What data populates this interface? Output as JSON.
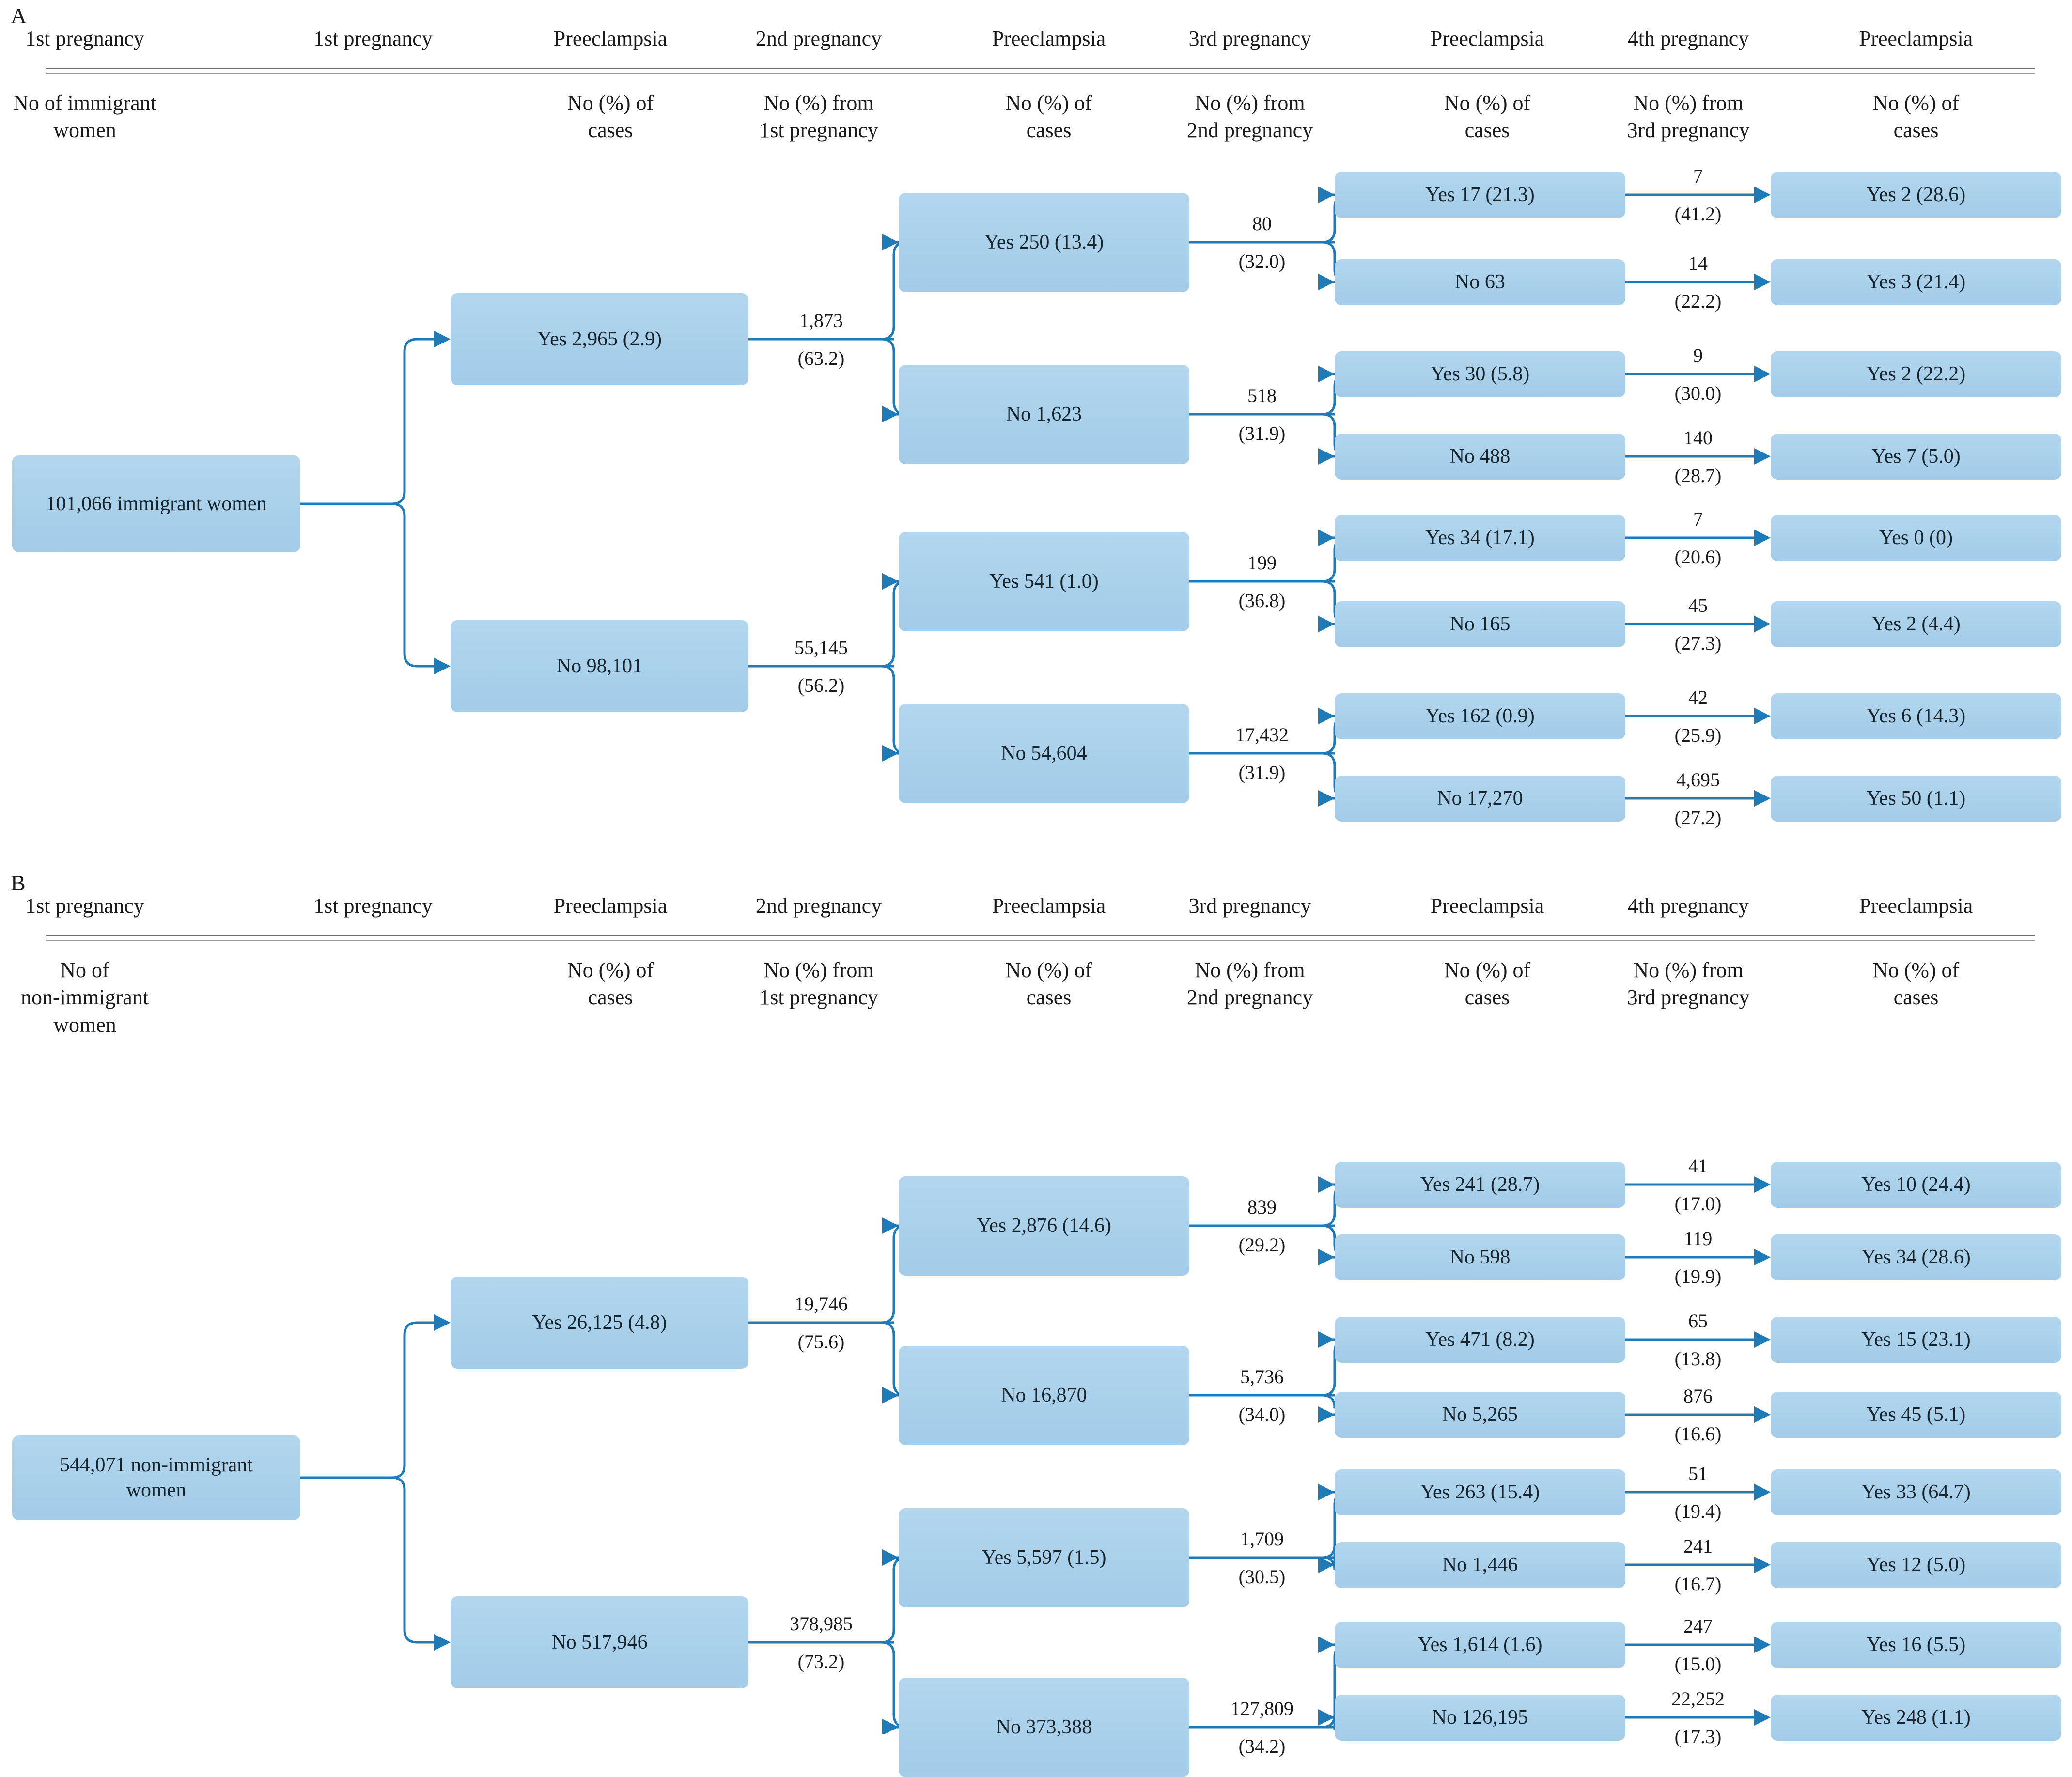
{
  "colors": {
    "box_fill": "#a9d0ea",
    "connector": "#1f7bb8",
    "text": "#16232b",
    "rule": "#6e6e6e"
  },
  "panels": [
    {
      "letter": "A",
      "headers_top": [
        "1st pregnancy",
        "1st pregnancy",
        "Preeclampsia",
        "2nd pregnancy",
        "Preeclampsia",
        "3rd pregnancy",
        "Preeclampsia",
        "4th pregnancy",
        "Preeclampsia"
      ],
      "headers_sub": [
        "No of immigrant\nwomen",
        "",
        "No (%) of\ncases",
        "No (%) from\n1st pregnancy",
        "No (%) of\ncases",
        "No (%) from\n2nd pregnancy",
        "No (%) of\ncases",
        "No (%) from\n3rd pregnancy",
        "No (%) of\ncases"
      ],
      "root": "101,066 immigrant women",
      "level1": [
        "Yes 2,965 (2.9)",
        "No 98,101"
      ],
      "level1_edges": [
        {
          "n": "1,873",
          "p": "(63.2)"
        },
        {
          "n": "55,145",
          "p": "(56.2)"
        }
      ],
      "level2": [
        "Yes 250 (13.4)",
        "No 1,623",
        "Yes 541 (1.0)",
        "No 54,604"
      ],
      "level2_edges": [
        {
          "n": "80",
          "p": "(32.0)"
        },
        {
          "n": "518",
          "p": "(31.9)"
        },
        {
          "n": "199",
          "p": "(36.8)"
        },
        {
          "n": "17,432",
          "p": "(31.9)"
        }
      ],
      "level3": [
        "Yes 17 (21.3)",
        "No 63",
        "Yes 30 (5.8)",
        "No 488",
        "Yes 34 (17.1)",
        "No 165",
        "Yes 162 (0.9)",
        "No 17,270"
      ],
      "level3_edges": [
        {
          "n": "7",
          "p": "(41.2)"
        },
        {
          "n": "14",
          "p": "(22.2)"
        },
        {
          "n": "9",
          "p": "(30.0)"
        },
        {
          "n": "140",
          "p": "(28.7)"
        },
        {
          "n": "7",
          "p": "(20.6)"
        },
        {
          "n": "45",
          "p": "(27.3)"
        },
        {
          "n": "42",
          "p": "(25.9)"
        },
        {
          "n": "4,695",
          "p": "(27.2)"
        }
      ],
      "level4": [
        "Yes 2 (28.6)",
        "Yes 3 (21.4)",
        "Yes 2 (22.2)",
        "Yes 7 (5.0)",
        "Yes 0 (0)",
        "Yes 2 (4.4)",
        "Yes 6 (14.3)",
        "Yes 50 (1.1)"
      ]
    },
    {
      "letter": "B",
      "headers_top": [
        "1st pregnancy",
        "1st pregnancy",
        "Preeclampsia",
        "2nd pregnancy",
        "Preeclampsia",
        "3rd pregnancy",
        "Preeclampsia",
        "4th pregnancy",
        "Preeclampsia"
      ],
      "headers_sub": [
        "No of\nnon-immigrant\nwomen",
        "",
        "No (%) of\ncases",
        "No (%) from\n1st pregnancy",
        "No (%) of\ncases",
        "No (%) from\n2nd pregnancy",
        "No (%) of\ncases",
        "No (%) from\n3rd pregnancy",
        "No (%) of\ncases"
      ],
      "root": "544,071 non-immigrant\nwomen",
      "level1": [
        "Yes 26,125 (4.8)",
        "No 517,946"
      ],
      "level1_edges": [
        {
          "n": "19,746",
          "p": "(75.6)"
        },
        {
          "n": "378,985",
          "p": "(73.2)"
        }
      ],
      "level2": [
        "Yes 2,876 (14.6)",
        "No 16,870",
        "Yes 5,597 (1.5)",
        "No 373,388"
      ],
      "level2_edges": [
        {
          "n": "839",
          "p": "(29.2)"
        },
        {
          "n": "5,736",
          "p": "(34.0)"
        },
        {
          "n": "1,709",
          "p": "(30.5)"
        },
        {
          "n": "127,809",
          "p": "(34.2)"
        }
      ],
      "level3": [
        "Yes 241 (28.7)",
        "No 598",
        "Yes 471 (8.2)",
        "No 5,265",
        "Yes 263 (15.4)",
        "No 1,446",
        "Yes 1,614 (1.6)",
        "No 126,195"
      ],
      "level3_edges": [
        {
          "n": "41",
          "p": "(17.0)"
        },
        {
          "n": "119",
          "p": "(19.9)"
        },
        {
          "n": "65",
          "p": "(13.8)"
        },
        {
          "n": "876",
          "p": "(16.6)"
        },
        {
          "n": "51",
          "p": "(19.4)"
        },
        {
          "n": "241",
          "p": "(16.7)"
        },
        {
          "n": "247",
          "p": "(15.0)"
        },
        {
          "n": "22,252",
          "p": "(17.3)"
        }
      ],
      "level4": [
        "Yes 10 (24.4)",
        "Yes 34 (28.6)",
        "Yes 15 (23.1)",
        "Yes 45 (5.1)",
        "Yes 33 (64.7)",
        "Yes 12 (5.0)",
        "Yes 16 (5.5)",
        "Yes 248 (1.1)"
      ]
    }
  ],
  "chart_data": {
    "type": "diagram",
    "title": "Preeclampsia recurrence flow by pregnancy order, immigrant vs non-immigrant women",
    "panels": [
      {
        "label": "A",
        "cohort": "immigrant women",
        "n": 101066,
        "tree": {
          "1st_pregnancy": [
            {
              "preeclampsia": "Yes",
              "n": 2965,
              "pct": 2.9,
              "next_pregnancy_n": 1873,
              "next_pregnancy_pct": 63.2,
              "2nd_pregnancy": [
                {
                  "preeclampsia": "Yes",
                  "n": 250,
                  "pct": 13.4,
                  "next_n": 80,
                  "next_pct": 32.0,
                  "3rd_pregnancy": [
                    {
                      "preeclampsia": "Yes",
                      "n": 17,
                      "pct": 21.3,
                      "next_n": 7,
                      "next_pct": 41.2,
                      "4th_pregnancy": {
                        "preeclampsia": "Yes",
                        "n": 2,
                        "pct": 28.6
                      }
                    },
                    {
                      "preeclampsia": "No",
                      "n": 63,
                      "next_n": 14,
                      "next_pct": 22.2,
                      "4th_pregnancy": {
                        "preeclampsia": "Yes",
                        "n": 3,
                        "pct": 21.4
                      }
                    }
                  ]
                },
                {
                  "preeclampsia": "No",
                  "n": 1623,
                  "next_n": 518,
                  "next_pct": 31.9,
                  "3rd_pregnancy": [
                    {
                      "preeclampsia": "Yes",
                      "n": 30,
                      "pct": 5.8,
                      "next_n": 9,
                      "next_pct": 30.0,
                      "4th_pregnancy": {
                        "preeclampsia": "Yes",
                        "n": 2,
                        "pct": 22.2
                      }
                    },
                    {
                      "preeclampsia": "No",
                      "n": 488,
                      "next_n": 140,
                      "next_pct": 28.7,
                      "4th_pregnancy": {
                        "preeclampsia": "Yes",
                        "n": 7,
                        "pct": 5.0
                      }
                    }
                  ]
                }
              ]
            },
            {
              "preeclampsia": "No",
              "n": 98101,
              "next_pregnancy_n": 55145,
              "next_pregnancy_pct": 56.2,
              "2nd_pregnancy": [
                {
                  "preeclampsia": "Yes",
                  "n": 541,
                  "pct": 1.0,
                  "next_n": 199,
                  "next_pct": 36.8,
                  "3rd_pregnancy": [
                    {
                      "preeclampsia": "Yes",
                      "n": 34,
                      "pct": 17.1,
                      "next_n": 7,
                      "next_pct": 20.6,
                      "4th_pregnancy": {
                        "preeclampsia": "Yes",
                        "n": 0,
                        "pct": 0
                      }
                    },
                    {
                      "preeclampsia": "No",
                      "n": 165,
                      "next_n": 45,
                      "next_pct": 27.3,
                      "4th_pregnancy": {
                        "preeclampsia": "Yes",
                        "n": 2,
                        "pct": 4.4
                      }
                    }
                  ]
                },
                {
                  "preeclampsia": "No",
                  "n": 54604,
                  "next_n": 17432,
                  "next_pct": 31.9,
                  "3rd_pregnancy": [
                    {
                      "preeclampsia": "Yes",
                      "n": 162,
                      "pct": 0.9,
                      "next_n": 42,
                      "next_pct": 25.9,
                      "4th_pregnancy": {
                        "preeclampsia": "Yes",
                        "n": 6,
                        "pct": 14.3
                      }
                    },
                    {
                      "preeclampsia": "No",
                      "n": 17270,
                      "next_n": 4695,
                      "next_pct": 27.2,
                      "4th_pregnancy": {
                        "preeclampsia": "Yes",
                        "n": 50,
                        "pct": 1.1
                      }
                    }
                  ]
                }
              ]
            }
          ]
        }
      },
      {
        "label": "B",
        "cohort": "non-immigrant women",
        "n": 544071,
        "tree": {
          "1st_pregnancy": [
            {
              "preeclampsia": "Yes",
              "n": 26125,
              "pct": 4.8,
              "next_pregnancy_n": 19746,
              "next_pregnancy_pct": 75.6,
              "2nd_pregnancy": [
                {
                  "preeclampsia": "Yes",
                  "n": 2876,
                  "pct": 14.6,
                  "next_n": 839,
                  "next_pct": 29.2,
                  "3rd_pregnancy": [
                    {
                      "preeclampsia": "Yes",
                      "n": 241,
                      "pct": 28.7,
                      "next_n": 41,
                      "next_pct": 17.0,
                      "4th_pregnancy": {
                        "preeclampsia": "Yes",
                        "n": 10,
                        "pct": 24.4
                      }
                    },
                    {
                      "preeclampsia": "No",
                      "n": 598,
                      "next_n": 119,
                      "next_pct": 19.9,
                      "4th_pregnancy": {
                        "preeclampsia": "Yes",
                        "n": 34,
                        "pct": 28.6
                      }
                    }
                  ]
                },
                {
                  "preeclampsia": "No",
                  "n": 16870,
                  "next_n": 5736,
                  "next_pct": 34.0,
                  "3rd_pregnancy": [
                    {
                      "preeclampsia": "Yes",
                      "n": 471,
                      "pct": 8.2,
                      "next_n": 65,
                      "next_pct": 13.8,
                      "4th_pregnancy": {
                        "preeclampsia": "Yes",
                        "n": 15,
                        "pct": 23.1
                      }
                    },
                    {
                      "preeclampsia": "No",
                      "n": 5265,
                      "next_n": 876,
                      "next_pct": 16.6,
                      "4th_pregnancy": {
                        "preeclampsia": "Yes",
                        "n": 45,
                        "pct": 5.1
                      }
                    }
                  ]
                }
              ]
            },
            {
              "preeclampsia": "No",
              "n": 517946,
              "next_pregnancy_n": 378985,
              "next_pregnancy_pct": 73.2,
              "2nd_pregnancy": [
                {
                  "preeclampsia": "Yes",
                  "n": 5597,
                  "pct": 1.5,
                  "next_n": 1709,
                  "next_pct": 30.5,
                  "3rd_pregnancy": [
                    {
                      "preeclampsia": "Yes",
                      "n": 263,
                      "pct": 15.4,
                      "next_n": 51,
                      "next_pct": 19.4,
                      "4th_pregnancy": {
                        "preeclampsia": "Yes",
                        "n": 33,
                        "pct": 64.7
                      }
                    },
                    {
                      "preeclampsia": "No",
                      "n": 1446,
                      "next_n": 241,
                      "next_pct": 16.7,
                      "4th_pregnancy": {
                        "preeclampsia": "Yes",
                        "n": 12,
                        "pct": 5.0
                      }
                    }
                  ]
                },
                {
                  "preeclampsia": "No",
                  "n": 373388,
                  "next_n": 127809,
                  "next_pct": 34.2,
                  "3rd_pregnancy": [
                    {
                      "preeclampsia": "Yes",
                      "n": 1614,
                      "pct": 1.6,
                      "next_n": 247,
                      "next_pct": 15.0,
                      "4th_pregnancy": {
                        "preeclampsia": "Yes",
                        "n": 16,
                        "pct": 5.5
                      }
                    },
                    {
                      "preeclampsia": "No",
                      "n": 126195,
                      "next_n": 22252,
                      "next_pct": 17.3,
                      "4th_pregnancy": {
                        "preeclampsia": "Yes",
                        "n": 248,
                        "pct": 1.1
                      }
                    }
                  ]
                }
              ]
            }
          ]
        }
      }
    ]
  }
}
